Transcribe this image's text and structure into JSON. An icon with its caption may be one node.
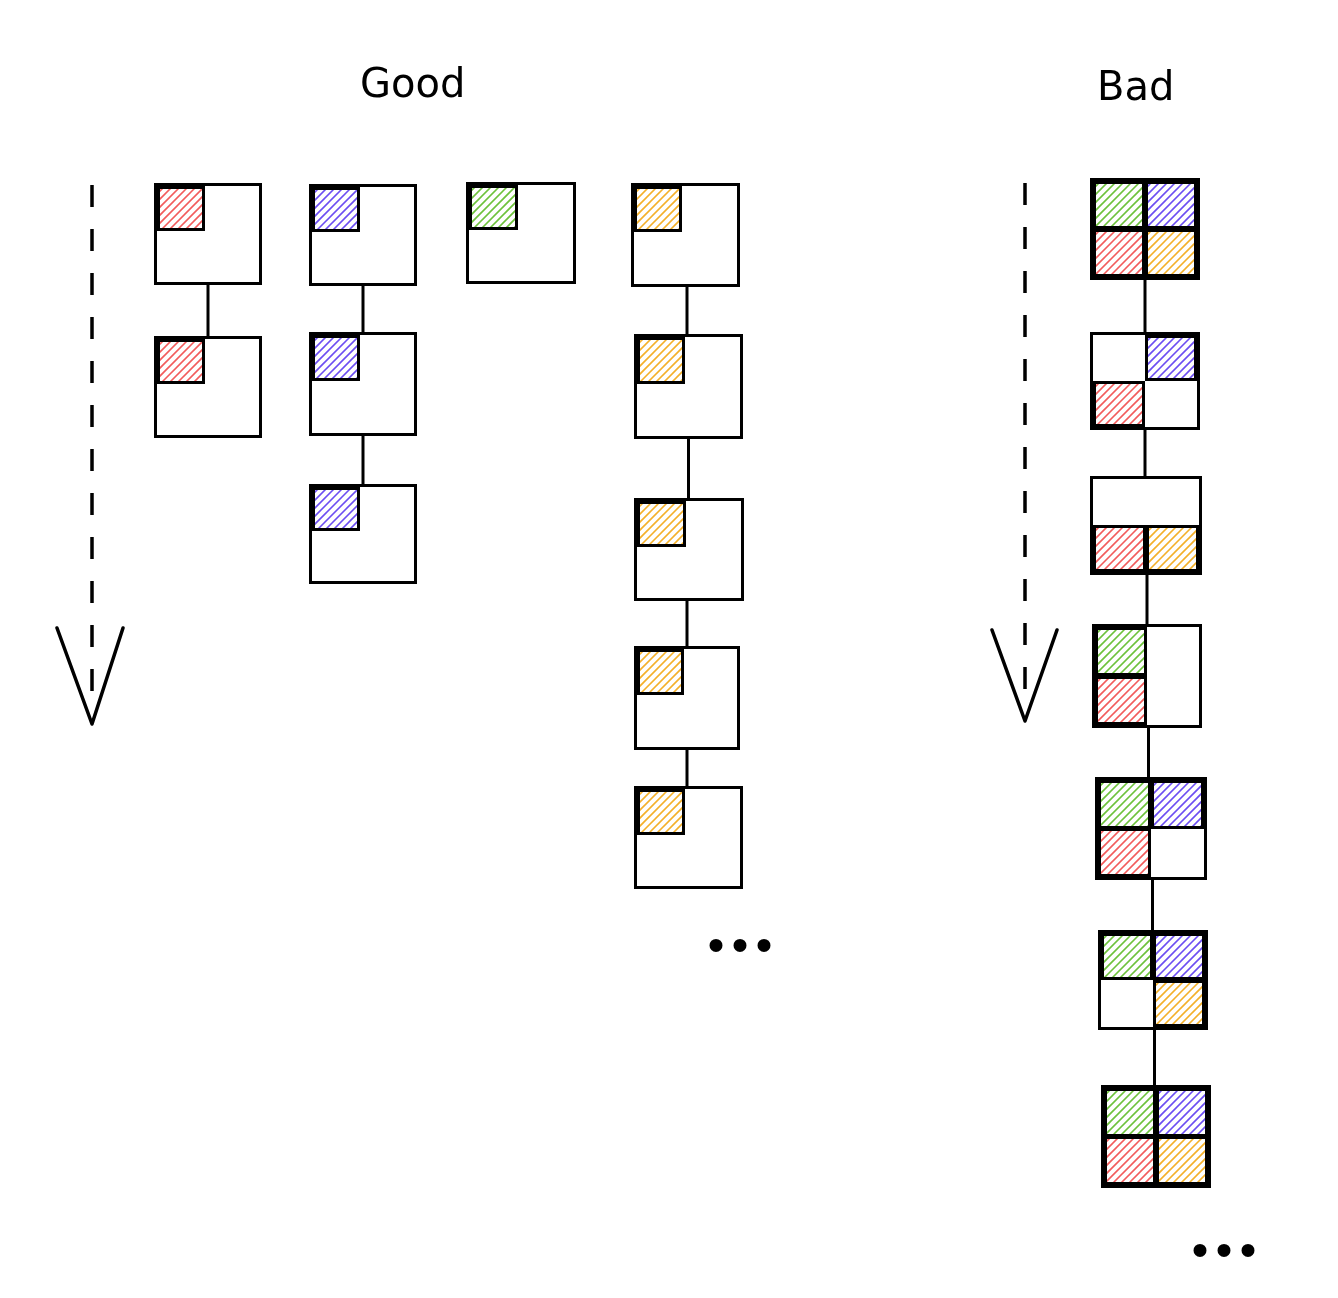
{
  "diagram": {
    "nodes": [
      {
        "text": [],
        "shape": "box"
      },
      {
        "text": [],
        "shape": "box"
      },
      {
        "text": [],
        "shape": "box"
      },
      {
        "text": [],
        "shape": "box"
      },
      {
        "text": [],
        "shape": "box"
      },
      {
        "text": [],
        "shape": "box"
      },
      {
        "text": [],
        "shape": "box"
      },
      {
        "text": [],
        "shape": "box"
      },
      {
        "text": [],
        "shape": "box"
      },
      {
        "text": [],
        "shape": "box"
      },
      {
        "text": [],
        "shape": "box"
      },
      {
        "text": [],
        "shape": "box"
      },
      {
        "text": [],
        "shape": "box"
      },
      {
        "text": [],
        "shape": "box"
      },
      {
        "text": [],
        "shape": "box"
      },
      {
        "text": [],
        "shape": "box"
      },
      {
        "text": [],
        "shape": "box"
      },
      {
        "text": [],
        "shape": "box"
      }
    ],
    "edges": [
      {
        "from": 0,
        "to": 1,
        "arrow": "none"
      },
      {
        "from": 2,
        "to": 3,
        "arrow": "none"
      },
      {
        "from": 3,
        "to": 4,
        "arrow": "none"
      },
      {
        "from": 6,
        "to": 7,
        "arrow": "none"
      },
      {
        "from": 7,
        "to": 8,
        "arrow": "none"
      },
      {
        "from": 8,
        "to": 9,
        "arrow": "none"
      },
      {
        "from": 9,
        "to": 10,
        "arrow": "none"
      },
      {
        "from": 11,
        "to": 12,
        "arrow": "none"
      },
      {
        "from": 12,
        "to": 13,
        "arrow": "none"
      },
      {
        "from": 13,
        "to": 14,
        "arrow": "none"
      },
      {
        "from": 14,
        "to": 15,
        "arrow": "none"
      },
      {
        "from": 15,
        "to": 16,
        "arrow": "none"
      },
      {
        "from": 16,
        "to": 17,
        "arrow": "none"
      }
    ],
    "labels": [
      "Good",
      "Bad",
      "...",
      "..."
    ]
  }
}
